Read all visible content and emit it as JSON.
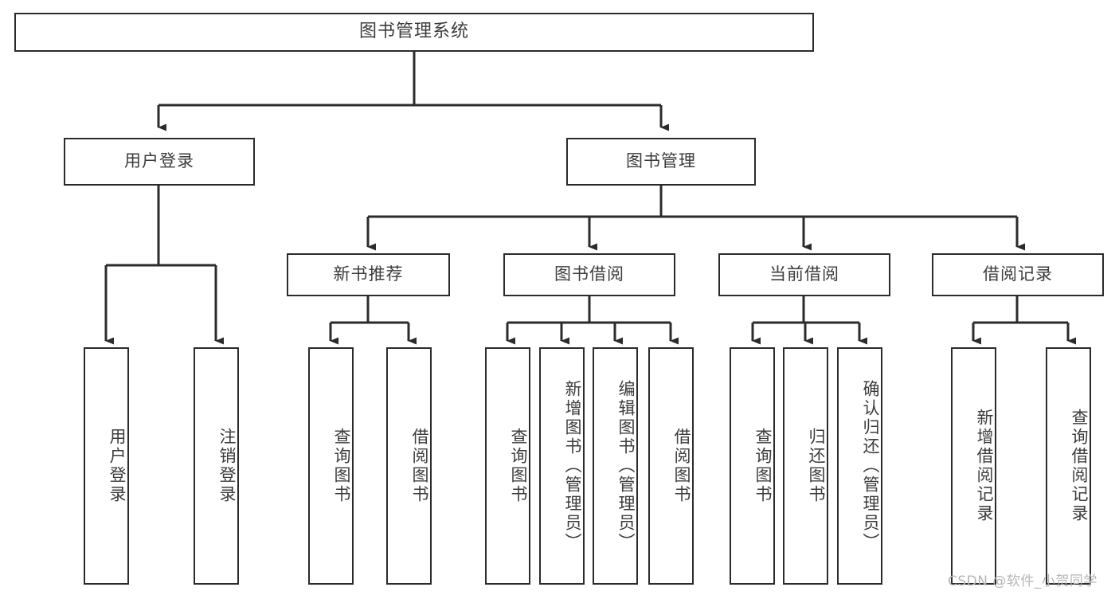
{
  "diagram": {
    "type": "tree",
    "title": "图书管理系统",
    "stroke_color": "#2b2b2b",
    "text_color": "#3c3c3c",
    "background_color": "#ffffff",
    "levels": 4,
    "root": {
      "label": "图书管理系统",
      "orientation": "horizontal"
    },
    "level2": [
      {
        "label": "用户登录",
        "orientation": "horizontal"
      },
      {
        "label": "图书管理",
        "orientation": "horizontal"
      }
    ],
    "level3": [
      {
        "label": "新书推荐",
        "orientation": "horizontal",
        "parent": "图书管理"
      },
      {
        "label": "图书借阅",
        "orientation": "horizontal",
        "parent": "图书管理"
      },
      {
        "label": "当前借阅",
        "orientation": "horizontal",
        "parent": "图书管理"
      },
      {
        "label": "借阅记录",
        "orientation": "horizontal",
        "parent": "图书管理"
      }
    ],
    "leaves": {
      "user_login": [
        {
          "label": "用户登录",
          "orientation": "vertical"
        },
        {
          "label": "注销登录",
          "orientation": "vertical"
        }
      ],
      "new_book_recommend": [
        {
          "label": "查询图书",
          "orientation": "vertical"
        },
        {
          "label": "借阅图书",
          "orientation": "vertical"
        }
      ],
      "book_borrow": [
        {
          "label": "查询图书",
          "orientation": "vertical"
        },
        {
          "label": "新增图书（管理员）",
          "orientation": "vertical"
        },
        {
          "label": "编辑图书（管理员）",
          "orientation": "vertical"
        },
        {
          "label": "借阅图书",
          "orientation": "vertical"
        }
      ],
      "current_borrow": [
        {
          "label": "查询图书",
          "orientation": "vertical"
        },
        {
          "label": "归还图书",
          "orientation": "vertical"
        },
        {
          "label": "确认归还（管理员）",
          "orientation": "vertical"
        }
      ],
      "borrow_record": [
        {
          "label": "新增借阅记录",
          "orientation": "vertical"
        },
        {
          "label": "查询借阅记录",
          "orientation": "vertical"
        }
      ]
    }
  },
  "watermark": {
    "text": "CSDN @软件_小贺同学"
  }
}
